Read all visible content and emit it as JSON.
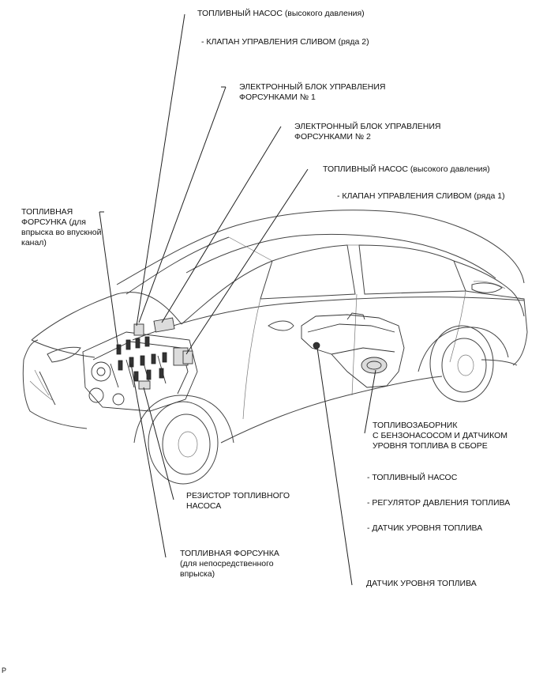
{
  "labels": {
    "hp_pump_bank2": "ТОПЛИВНЫЙ НАСОС (высокого давления)",
    "spill_valve_bank2": "- КЛАПАН УПРАВЛЕНИЯ СЛИВОМ (ряда 2)",
    "edu_no1": "ЭЛЕКТРОННЫЙ БЛОК УПРАВЛЕНИЯ\nФОРСУНКАМИ № 1",
    "edu_no2": "ЭЛЕКТРОННЫЙ БЛОК УПРАВЛЕНИЯ\nФОРСУНКАМИ № 2",
    "hp_pump_bank1": "ТОПЛИВНЫЙ НАСОС (высокого давления)",
    "spill_valve_bank1": "- КЛАПАН УПРАВЛЕНИЯ СЛИВОМ (ряда 1)",
    "port_injector": "ТОПЛИВНАЯ\nФОРСУНКА (для\nвпрыска во впускной\nканал)",
    "suction_assembly": "ТОПЛИВОЗАБОРНИК\nС БЕНЗОНАСОСОМ И ДАТЧИКОМ\nУРОВНЯ ТОПЛИВА В СБОРЕ",
    "sub_fuel_pump": "- ТОПЛИВНЫЙ НАСОС",
    "sub_pressure_regulator": "- РЕГУЛЯТОР ДАВЛЕНИЯ ТОПЛИВА",
    "sub_level_sensor": "- ДАТЧИК УРОВНЯ ТОПЛИВА",
    "pump_resistor": "РЕЗИСТОР ТОПЛИВНОГО\nНАСОСА",
    "direct_injector": "ТОПЛИВНАЯ ФОРСУНКА\n(для непосредственного\nвпрыска)",
    "fuel_level_sensor": "ДАТЧИК УРОВНЯ ТОПЛИВА",
    "footer_code": "P"
  }
}
